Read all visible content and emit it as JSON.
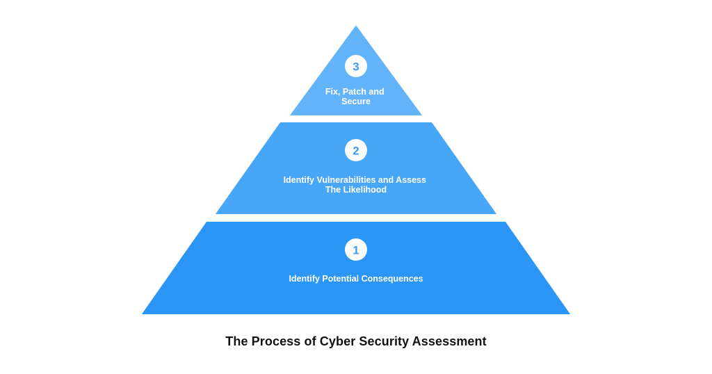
{
  "title": "The Process of Cyber Security Assessment",
  "colors": {
    "tier1": "#2b96f6",
    "tier2": "#47a6f7",
    "tier3": "#63b3f8",
    "badge_text": "#3a9cf5",
    "caption": "#111111"
  },
  "tiers": [
    {
      "number": "1",
      "label_lines": [
        "Identify Potential Consequences"
      ]
    },
    {
      "number": "2",
      "label_lines": [
        "Identify Vulnerabilities and Assess",
        "The Likelihood"
      ]
    },
    {
      "number": "3",
      "label_lines": [
        "Fix, Patch and",
        "Secure"
      ]
    }
  ]
}
